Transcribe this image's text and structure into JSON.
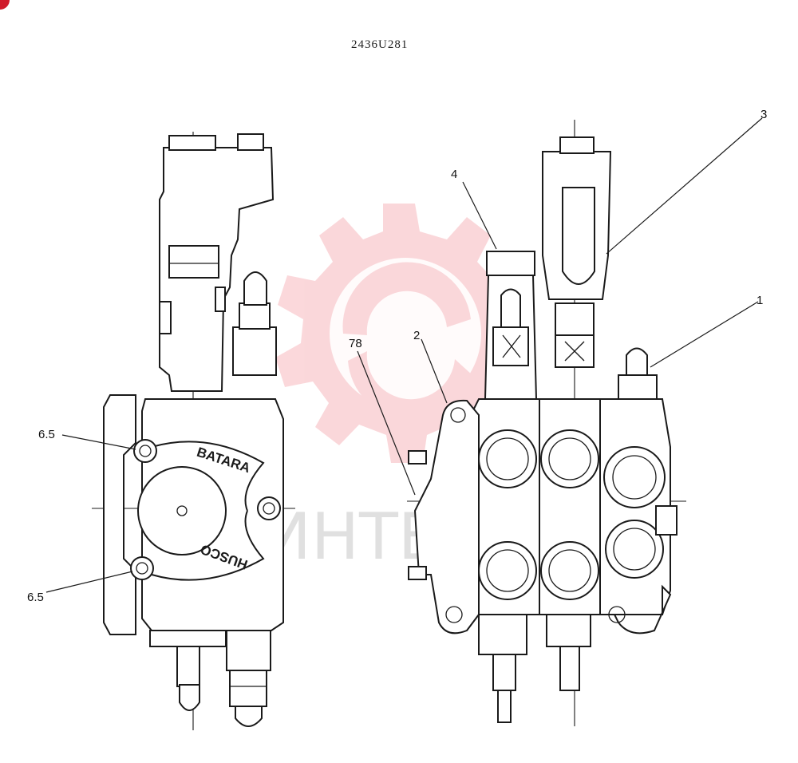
{
  "drawing": {
    "code": "2436U281",
    "watermark_text": "ИНТЕХ",
    "left_view": {
      "callouts": [
        {
          "id": "6.5-upper",
          "text": "6.5"
        },
        {
          "id": "6.5-lower",
          "text": "6.5"
        }
      ],
      "casting_text_upper": "BATARA",
      "casting_text_lower": "HUSCO"
    },
    "right_view": {
      "callouts": [
        {
          "id": "1",
          "text": "1"
        },
        {
          "id": "2",
          "text": "2"
        },
        {
          "id": "3",
          "text": "3"
        },
        {
          "id": "4",
          "text": "4"
        },
        {
          "id": "78",
          "text": "78"
        }
      ]
    }
  },
  "colors": {
    "line": "#1a1a1a",
    "watermark": "#f7c9cc",
    "watermark_text": "#d9d9d9",
    "corner_mark": "#d01a2a"
  }
}
